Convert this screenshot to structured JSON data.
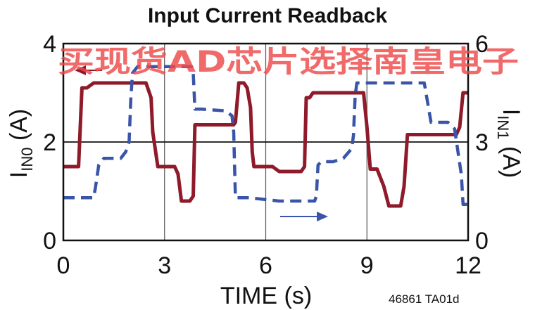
{
  "watermark": "买现货AD芯片选择南皇电子",
  "footnote": "46861 TA01d",
  "colors": {
    "in0": "#8e1a2a",
    "in1": "#3a55a8",
    "watermark": "#ee4a4a"
  },
  "chart_data": {
    "type": "line",
    "title": "Input Current Readback",
    "xlabel": "TIME (s)",
    "ylabel_left": {
      "main": "I",
      "sub": "IN0",
      "unit": " (A)"
    },
    "ylabel_right": {
      "main": "I",
      "sub": "IN1",
      "unit": " (A)"
    },
    "xlim": [
      0,
      12
    ],
    "ylim_left": [
      0,
      4
    ],
    "ylim_right": [
      0,
      6
    ],
    "x_ticks": [
      "0",
      "3",
      "6",
      "9",
      "12"
    ],
    "y_ticks_left": [
      "0",
      "2",
      "4"
    ],
    "y_ticks_right": [
      "0",
      "3",
      "6"
    ],
    "grid": "vertical lines at each x tick, horizontal line at midline",
    "legend": "none (arrows point left for IIN0, right for IIN1)",
    "series": [
      {
        "name": "IIN0",
        "axis": "left",
        "style": "solid",
        "points": [
          [
            0,
            1.5
          ],
          [
            0.45,
            1.5
          ],
          [
            0.55,
            3.1
          ],
          [
            0.7,
            3.1
          ],
          [
            0.9,
            3.2
          ],
          [
            1.0,
            3.2
          ],
          [
            2.3,
            3.2
          ],
          [
            2.45,
            3.2
          ],
          [
            2.6,
            2.9
          ],
          [
            2.65,
            2.2
          ],
          [
            2.8,
            1.5
          ],
          [
            3.05,
            1.5
          ],
          [
            3.3,
            1.5
          ],
          [
            3.4,
            1.35
          ],
          [
            3.5,
            0.8
          ],
          [
            3.75,
            0.8
          ],
          [
            3.85,
            0.9
          ],
          [
            3.9,
            2.35
          ],
          [
            4.5,
            2.35
          ],
          [
            5.05,
            2.35
          ],
          [
            5.1,
            2.4
          ],
          [
            5.2,
            3.2
          ],
          [
            5.35,
            3.2
          ],
          [
            5.45,
            3.1
          ],
          [
            5.55,
            2.7
          ],
          [
            5.6,
            1.8
          ],
          [
            5.65,
            1.5
          ],
          [
            6.2,
            1.5
          ],
          [
            6.3,
            1.45
          ],
          [
            6.4,
            1.4
          ],
          [
            7.05,
            1.4
          ],
          [
            7.15,
            1.5
          ],
          [
            7.2,
            2.9
          ],
          [
            7.3,
            2.9
          ],
          [
            7.4,
            3.0
          ],
          [
            8.9,
            3.0
          ],
          [
            9.0,
            2.3
          ],
          [
            9.1,
            1.45
          ],
          [
            9.3,
            1.45
          ],
          [
            9.5,
            1.1
          ],
          [
            9.65,
            0.7
          ],
          [
            10.0,
            0.7
          ],
          [
            10.1,
            1.1
          ],
          [
            10.2,
            2.15
          ],
          [
            11.65,
            2.15
          ],
          [
            11.75,
            2.3
          ],
          [
            11.85,
            3.0
          ],
          [
            12,
            3.0
          ]
        ]
      },
      {
        "name": "IIN1",
        "axis": "right",
        "style": "dashed",
        "points": [
          [
            0,
            1.3
          ],
          [
            0.9,
            1.3
          ],
          [
            0.95,
            1.6
          ],
          [
            1.05,
            2.3
          ],
          [
            1.2,
            2.5
          ],
          [
            1.4,
            2.5
          ],
          [
            1.7,
            2.5
          ],
          [
            1.85,
            2.7
          ],
          [
            1.95,
            3.0
          ],
          [
            2.0,
            4.3
          ],
          [
            2.05,
            5.1
          ],
          [
            2.2,
            5.3
          ],
          [
            2.4,
            5.3
          ],
          [
            3.8,
            5.3
          ],
          [
            3.85,
            5.1
          ],
          [
            3.9,
            4.0
          ],
          [
            4.1,
            4.0
          ],
          [
            4.8,
            3.95
          ],
          [
            5.0,
            3.8
          ],
          [
            5.05,
            3.3
          ],
          [
            5.1,
            1.3
          ],
          [
            5.5,
            1.3
          ],
          [
            6.4,
            1.2
          ],
          [
            7.45,
            1.2
          ],
          [
            7.5,
            1.35
          ],
          [
            7.55,
            2.3
          ],
          [
            7.65,
            2.4
          ],
          [
            8.0,
            2.4
          ],
          [
            8.3,
            2.5
          ],
          [
            8.55,
            2.8
          ],
          [
            8.6,
            3.2
          ],
          [
            8.65,
            4.4
          ],
          [
            8.7,
            4.8
          ],
          [
            10.7,
            4.8
          ],
          [
            10.9,
            3.6
          ],
          [
            11.4,
            3.6
          ],
          [
            11.6,
            3.4
          ],
          [
            11.8,
            2.0
          ],
          [
            11.85,
            1.1
          ],
          [
            12,
            1.1
          ]
        ]
      }
    ]
  }
}
